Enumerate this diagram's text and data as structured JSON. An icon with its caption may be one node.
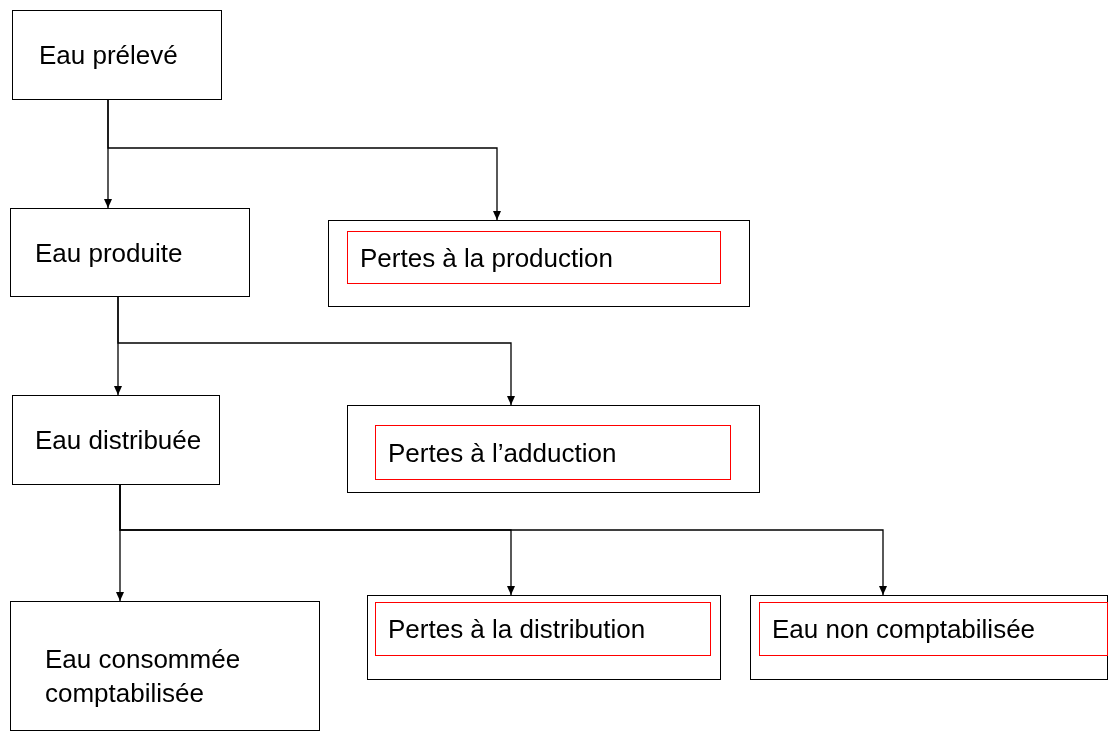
{
  "diagram": {
    "nodes": [
      {
        "text": [
          "Eau prélevé"
        ]
      },
      {
        "text": [
          "Eau produite"
        ]
      },
      {
        "text": [],
        "shape": "box"
      },
      {
        "text": [
          "Pertes à la production"
        ],
        "in": 2
      },
      {
        "text": [
          "Eau distribuée"
        ]
      },
      {
        "text": [],
        "shape": "box"
      },
      {
        "text": [
          "Pertes à l’adduction"
        ],
        "in": 5
      },
      {
        "text": [
          "Eau consommée comptabilisée"
        ]
      },
      {
        "text": [],
        "shape": "box"
      },
      {
        "text": [
          "Pertes à la distribution"
        ],
        "in": 8
      },
      {
        "text": [],
        "shape": "box"
      },
      {
        "text": [
          "Eau non comptabilisée"
        ],
        "in": 10
      }
    ],
    "edges": [
      {
        "from": 0,
        "to": 1,
        "arrow": "to"
      },
      {
        "from": 0,
        "to": 2,
        "arrow": "to"
      },
      {
        "from": 1,
        "to": 4,
        "arrow": "to"
      },
      {
        "from": 1,
        "to": 5,
        "arrow": "to"
      },
      {
        "from": 4,
        "to": 7,
        "arrow": "to"
      },
      {
        "from": 4,
        "to": 8,
        "arrow": "to"
      },
      {
        "from": 4,
        "to": 10,
        "arrow": "to"
      }
    ]
  }
}
